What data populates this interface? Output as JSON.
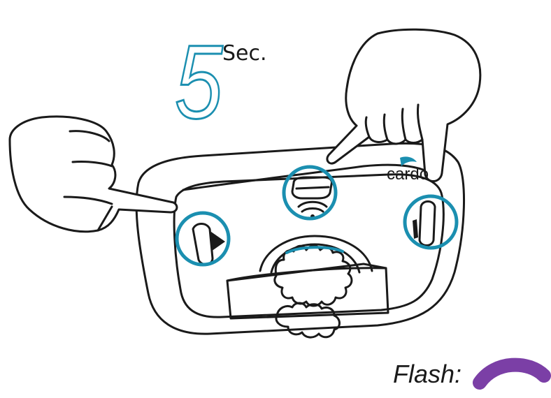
{
  "timer": {
    "number": "5",
    "unit": "Sec."
  },
  "device": {
    "brand": "cardo"
  },
  "legend": {
    "flash_label": "Flash:"
  },
  "colors": {
    "highlight": "#1b8fb0",
    "flash": "#7b3fa6",
    "line": "#1a1a1a"
  },
  "icons": [
    "hand-pointing-icon",
    "play-icon",
    "wifi-icon",
    "cardo-logo-icon"
  ]
}
